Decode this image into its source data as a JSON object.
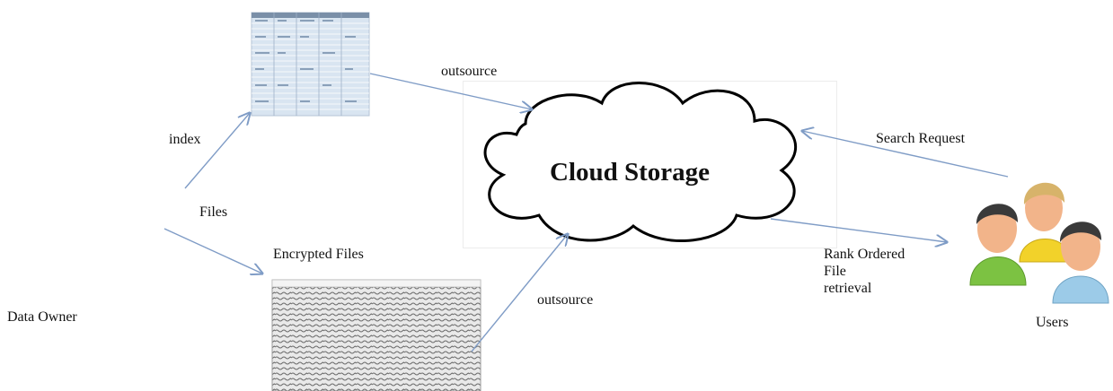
{
  "labels": {
    "data_owner": "Data Owner",
    "index": "index",
    "files": "Files",
    "encrypted_files": "Encrypted Files",
    "outsource_top": "outsource",
    "outsource_bottom": "outsource",
    "cloud_storage": "Cloud Storage",
    "search_request": "Search Request",
    "rank_ordered": [
      "Rank Ordered",
      "File",
      "retrieval"
    ],
    "users": "Users"
  },
  "colors": {
    "arrow": "#7f9cc6",
    "cloud_outline": "#000000",
    "index_table_header": "#7a8fa8",
    "index_table_body": "#d9e5f1",
    "encrypted_doc": "#b8b8b8",
    "user_left_shirt": "#7cc242",
    "user_back_shirt": "#f2d22a",
    "user_right_shirt": "#9ccbe8",
    "skin": "#f2b48a",
    "hair_dark": "#3a3a3a",
    "hair_blonde": "#d7b36a"
  },
  "icons": {
    "index_table": "index-table-thumbnail",
    "encrypted_document": "encrypted-document-thumbnail",
    "cloud": "cloud-icon",
    "users": "users-group-icon"
  }
}
